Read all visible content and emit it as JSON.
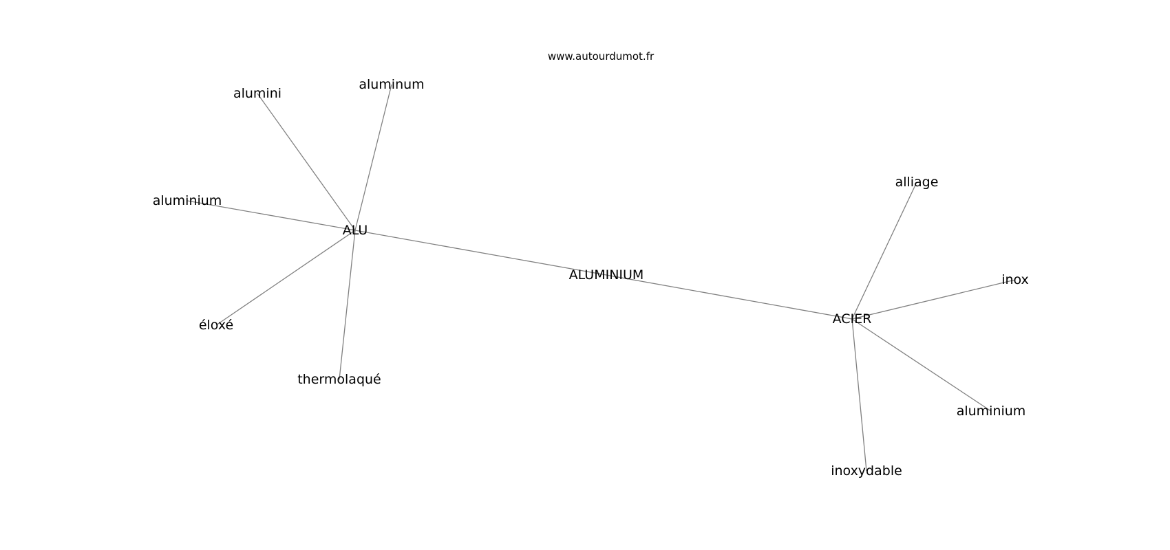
{
  "site": "www.autourdumot.fr",
  "graph": {
    "center": "ALUMINIUM",
    "nodes": [
      {
        "id": "aluminium_center",
        "label": "ALUMINIUM"
      },
      {
        "id": "alu",
        "label": "ALU"
      },
      {
        "id": "acier",
        "label": "ACIER"
      },
      {
        "id": "alumini",
        "label": "alumini"
      },
      {
        "id": "aluminum",
        "label": "aluminum"
      },
      {
        "id": "aluminium_left",
        "label": "aluminium"
      },
      {
        "id": "eloxe",
        "label": "éloxé"
      },
      {
        "id": "thermolaque",
        "label": "thermolaqué"
      },
      {
        "id": "alliage",
        "label": "alliage"
      },
      {
        "id": "inox",
        "label": "inox"
      },
      {
        "id": "aluminium_right",
        "label": "aluminium"
      },
      {
        "id": "inoxydable",
        "label": "inoxydable"
      }
    ],
    "edges": [
      [
        "aluminium_center",
        "alu"
      ],
      [
        "aluminium_center",
        "acier"
      ],
      [
        "alu",
        "alumini"
      ],
      [
        "alu",
        "aluminum"
      ],
      [
        "alu",
        "aluminium_left"
      ],
      [
        "alu",
        "eloxe"
      ],
      [
        "alu",
        "thermolaque"
      ],
      [
        "acier",
        "alliage"
      ],
      [
        "acier",
        "inox"
      ],
      [
        "acier",
        "aluminium_right"
      ],
      [
        "acier",
        "inoxydable"
      ]
    ]
  }
}
